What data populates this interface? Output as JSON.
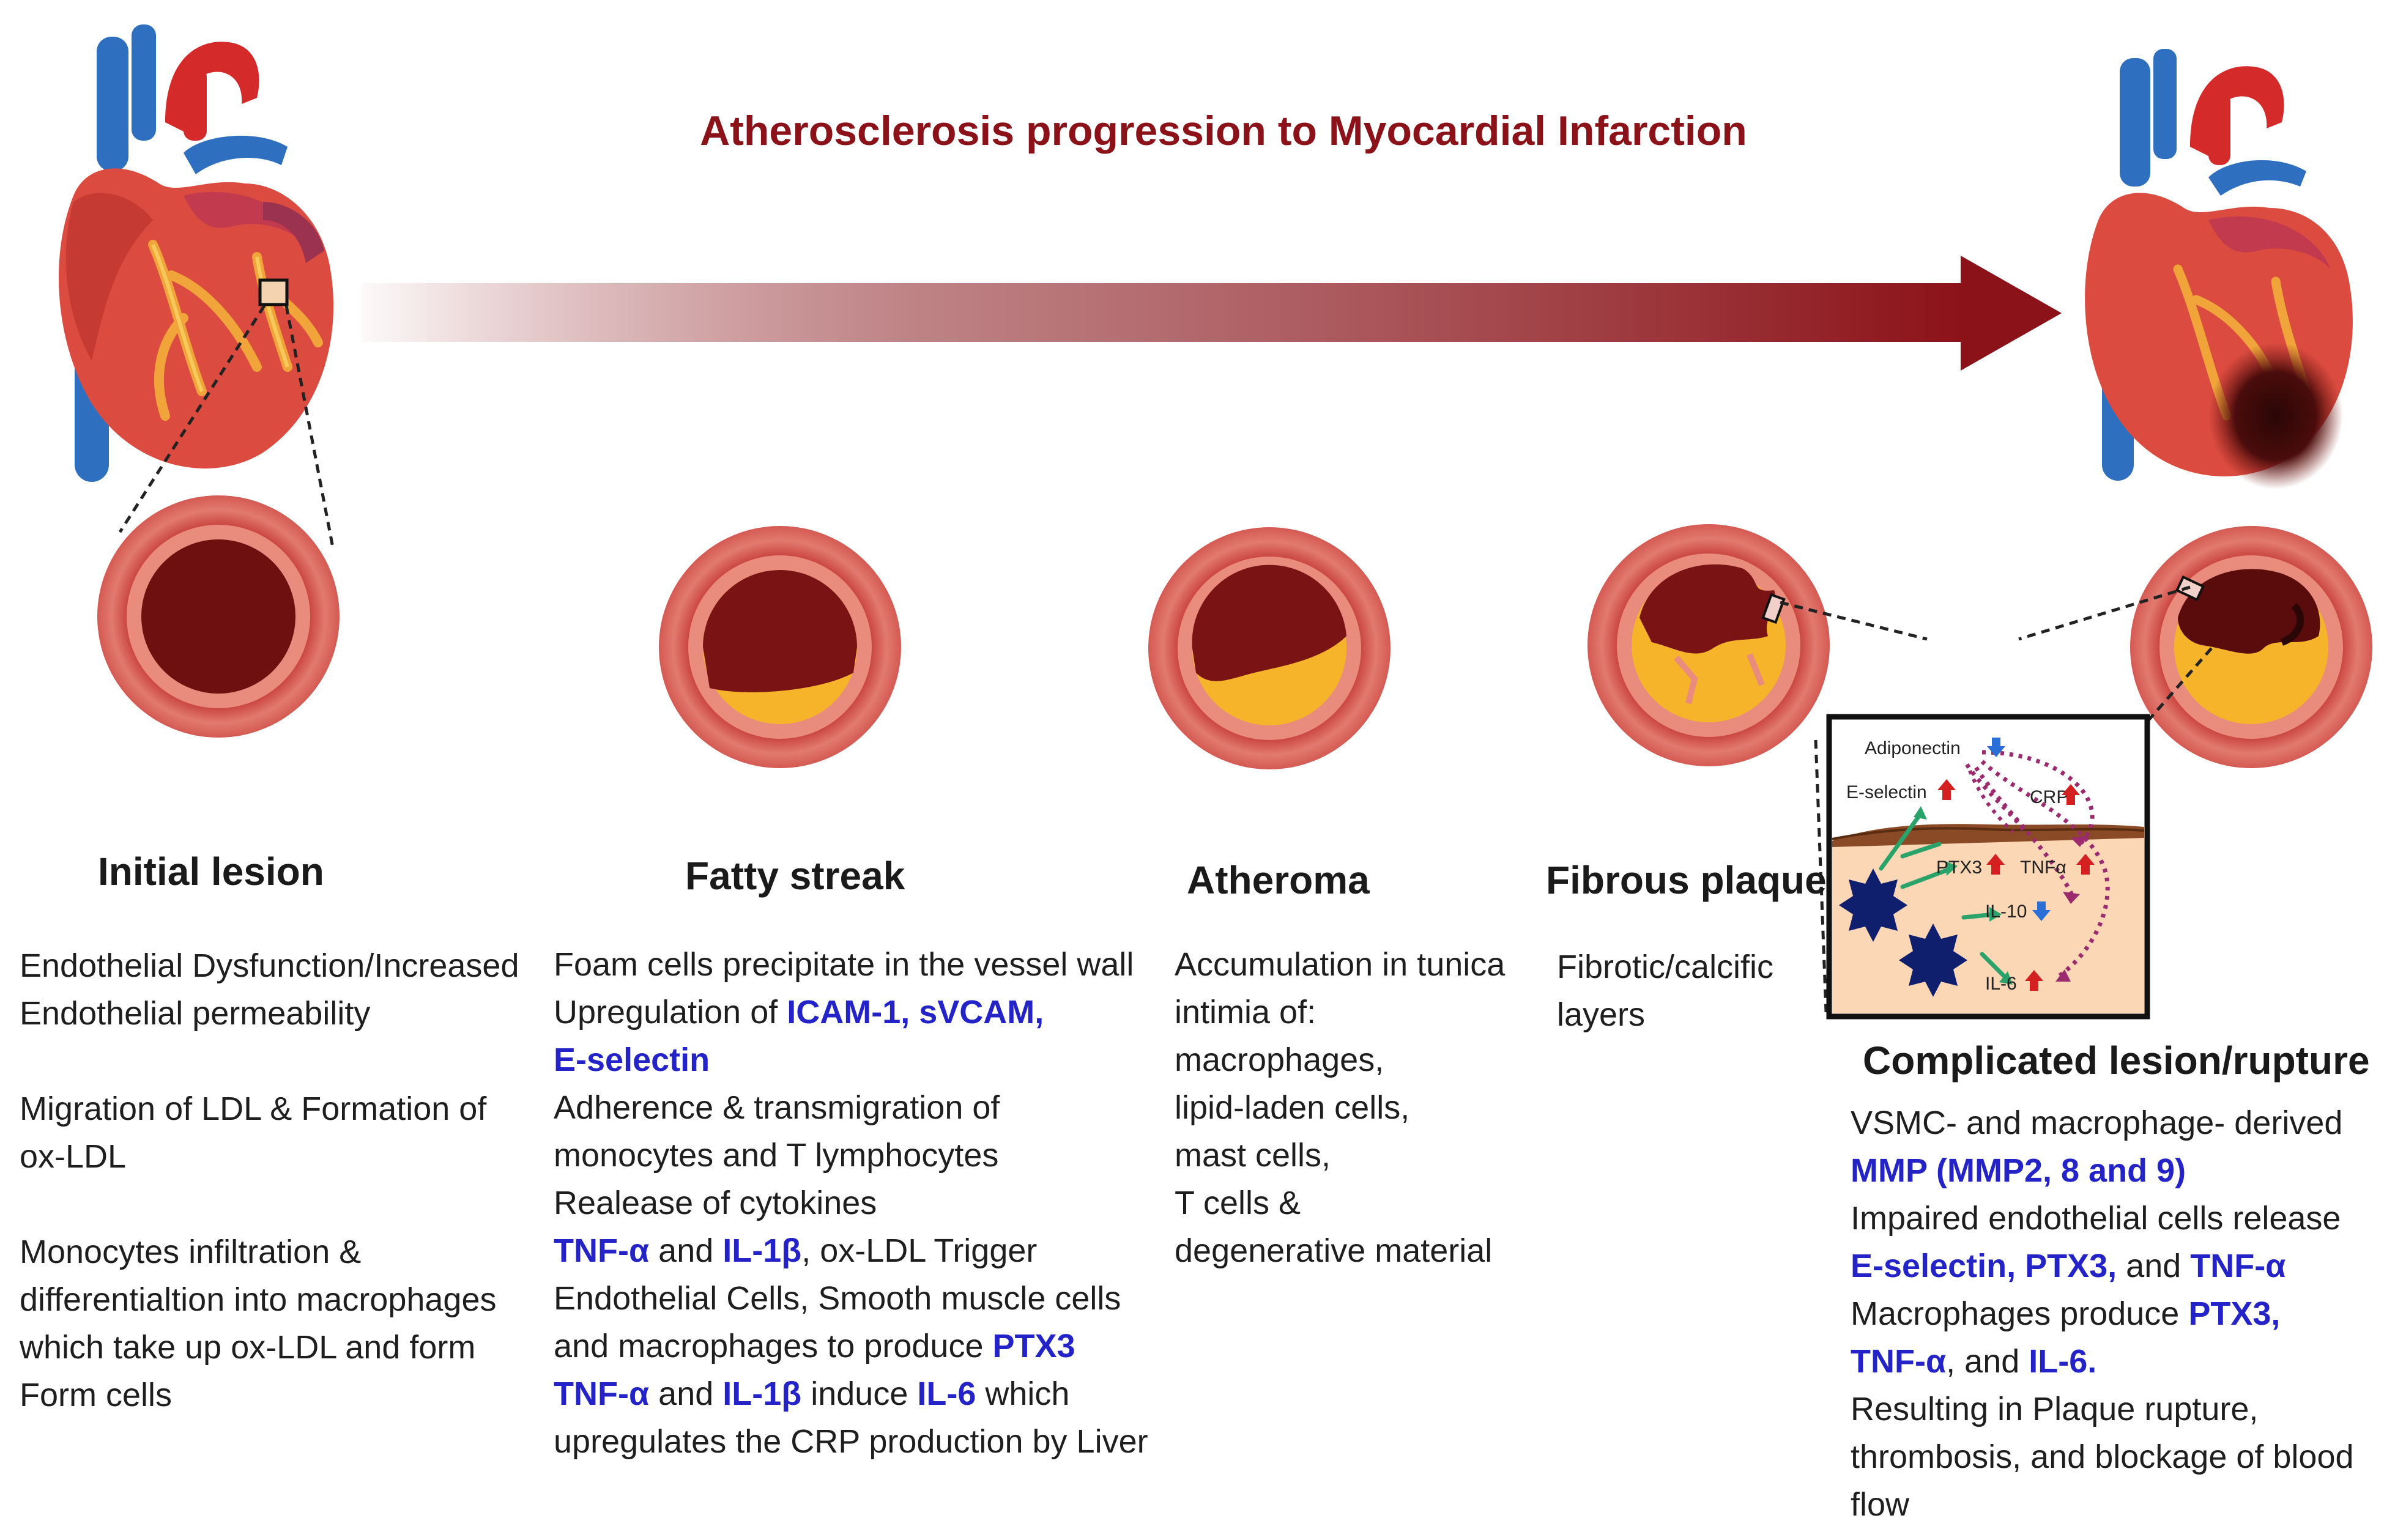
{
  "title": "Atherosclerosis progression to Myocardial Infarction",
  "colors": {
    "title": "#8b1218",
    "highlight": "#2323c8",
    "artery_wall": "#d9605a",
    "lumen_blood": "#7a1414",
    "fatty_deposit": "#f5b42a",
    "arrow": "#8b1218"
  },
  "icons": [
    "heart-illustration",
    "damaged-heart-illustration",
    "progression-arrow",
    "artery-cross-section",
    "macrophage-icon",
    "up-arrow-icon",
    "down-arrow-icon"
  ],
  "stages": [
    {
      "title": "Initial lesion",
      "lines": [
        [
          {
            "t": "Endothelial Dysfunction/Increased"
          }
        ],
        [
          {
            "t": "Endothelial permeability"
          }
        ],
        "gap",
        [
          {
            "t": "Migration of LDL & Formation of"
          }
        ],
        [
          {
            "t": "ox-LDL"
          }
        ],
        "gap",
        [
          {
            "t": "Monocytes infiltration &"
          }
        ],
        [
          {
            "t": "differentialtion into macrophages"
          }
        ],
        [
          {
            "t": "which take up ox-LDL and form"
          }
        ],
        [
          {
            "t": "Form cells"
          }
        ]
      ]
    },
    {
      "title": "Fatty streak",
      "lines": [
        [
          {
            "t": "Foam cells  precipitate in the vessel wall"
          }
        ],
        [
          {
            "t": "Upregulation of  "
          },
          {
            "t": "ICAM-1, sVCAM,",
            "h": true
          }
        ],
        [
          {
            "t": "E-selectin",
            "h": true
          }
        ],
        [
          {
            "t": "Adherence & transmigration of"
          }
        ],
        [
          {
            "t": "monocytes and T lymphocytes"
          }
        ],
        [
          {
            "t": "Realease of cytokines"
          }
        ],
        [
          {
            "t": "TNF-α",
            "h": true
          },
          {
            "t": " and "
          },
          {
            "t": "IL-1β",
            "h": true
          },
          {
            "t": ",  ox-LDL Trigger"
          }
        ],
        [
          {
            "t": "Endothelial Cells, Smooth muscle cells"
          }
        ],
        [
          {
            "t": "and macrophages to produce "
          },
          {
            "t": "PTX3",
            "h": true
          }
        ],
        [
          {
            "t": "TNF-α",
            "h": true
          },
          {
            "t": " and "
          },
          {
            "t": "IL-1β",
            "h": true
          },
          {
            "t": " induce "
          },
          {
            "t": "IL-6",
            "h": true
          },
          {
            "t": " which"
          }
        ],
        [
          {
            "t": "upregulates the CRP production by Liver"
          }
        ]
      ]
    },
    {
      "title": "Atheroma",
      "lines": [
        [
          {
            "t": "Accumulation in tunica"
          }
        ],
        [
          {
            "t": "intimia of:"
          }
        ],
        [
          {
            "t": "macrophages,"
          }
        ],
        [
          {
            "t": "lipid-laden cells,"
          }
        ],
        [
          {
            "t": "mast cells,"
          }
        ],
        [
          {
            "t": "T cells &"
          }
        ],
        [
          {
            "t": "degenerative material"
          }
        ]
      ]
    },
    {
      "title": "Fibrous plaque",
      "lines": [
        [
          {
            "t": "Fibrotic/calcific"
          }
        ],
        [
          {
            "t": "layers"
          }
        ]
      ]
    },
    {
      "title": "Complicated lesion/rupture",
      "lines": [
        [
          {
            "t": "VSMC- and macrophage- derived"
          }
        ],
        [
          {
            "t": "MMP (MMP2, 8 and 9)",
            "h": true
          }
        ],
        [
          {
            "t": "Impaired endothelial cells release"
          }
        ],
        [
          {
            "t": "E-selectin, PTX3,",
            "h": true
          },
          {
            "t": " and "
          },
          {
            "t": "TNF-α",
            "h": true
          }
        ],
        [
          {
            "t": "Macrophages produce "
          },
          {
            "t": "PTX3,",
            "h": true
          }
        ],
        [
          {
            "t": "TNF-α",
            "h": true
          },
          {
            "t": ", and "
          },
          {
            "t": "IL-6.",
            "h": true
          }
        ],
        [
          {
            "t": "Resulting in  Plaque rupture,"
          }
        ],
        [
          {
            "t": "thrombosis, and blockage of blood"
          }
        ],
        [
          {
            "t": "flow"
          }
        ]
      ]
    }
  ],
  "inset": {
    "labels": {
      "adiponectin": "Adiponectin",
      "e_selectin": "E-selectin",
      "crp": "CRP",
      "ptx3": "PTX3",
      "tnfa": "TNFα",
      "il10": "IL-10",
      "il6": "IL-6"
    },
    "trend": {
      "adiponectin": "down",
      "e_selectin": "up",
      "crp": "up",
      "ptx3": "up",
      "tnfa": "up",
      "il10": "down",
      "il6": "up"
    }
  }
}
